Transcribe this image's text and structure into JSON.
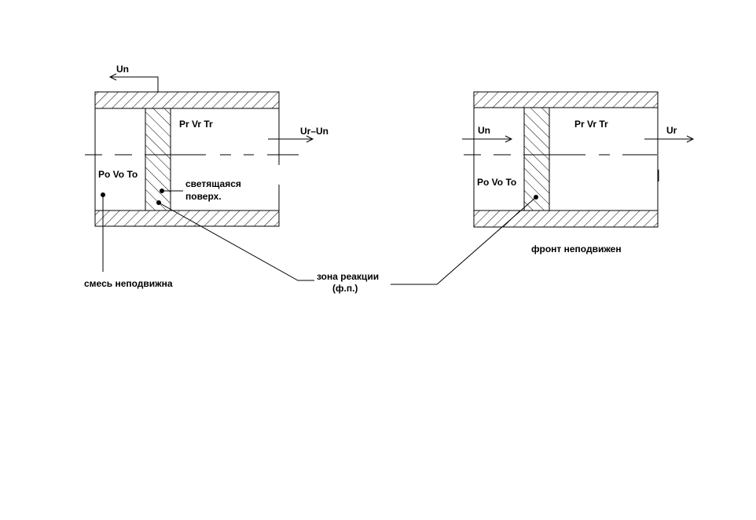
{
  "left_figure": {
    "velocity_top": "Un",
    "products_state": "Pr Vr Tr",
    "velocity_right": "Ur–Un",
    "mixture_state": "Po Vo To",
    "luminous_surface_line1": "светящаяся",
    "luminous_surface_line2": "поверх.",
    "caption": "смесь неподвижна"
  },
  "right_figure": {
    "velocity_in": "Un",
    "products_state": "Pr Vr Tr",
    "velocity_out": "Ur",
    "mixture_state": "Po Vo To",
    "caption": "фронт неподвижен"
  },
  "reaction_zone": {
    "line1": "зона реакции",
    "line2": "(ф.п.)"
  }
}
